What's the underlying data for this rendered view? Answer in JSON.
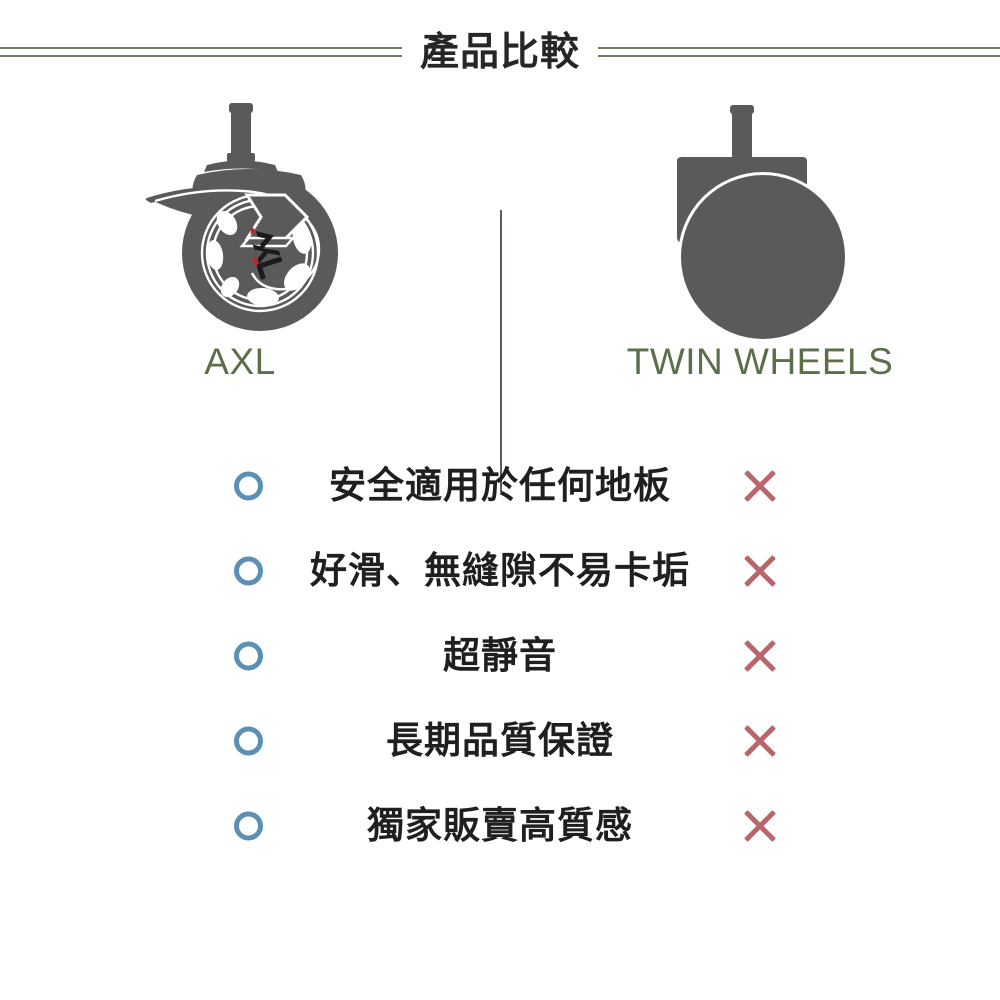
{
  "header": {
    "title": "產品比較",
    "rule_color": "#6F7B64",
    "title_color": "#262626"
  },
  "products": {
    "divider_color": "#4D5A46",
    "label_color": "#5D6E4A",
    "items": [
      {
        "name": "AXL",
        "label": "AXL",
        "art": "axl-caster-wheel-illustration",
        "art_color": "#5A5A5A",
        "logo_text": "AXL",
        "logo_accent_color": "#C0272D"
      },
      {
        "name": "TWIN WHEELS",
        "label": "TWIN WHEELS",
        "art": "twin-wheels-caster-illustration",
        "art_color": "#5A5A5A"
      }
    ]
  },
  "comparison": {
    "yes_mark": "circle",
    "no_mark": "cross",
    "yes_color": "#5C8FB4",
    "no_color": "#B8666C",
    "rows": [
      {
        "axl": "O",
        "feature": "安全適用於任何地板",
        "twin": "X"
      },
      {
        "axl": "O",
        "feature": "好滑、無縫隙不易卡垢",
        "twin": "X"
      },
      {
        "axl": "O",
        "feature": "超靜音",
        "twin": "X"
      },
      {
        "axl": "O",
        "feature": "長期品質保證",
        "twin": "X"
      },
      {
        "axl": "O",
        "feature": "獨家販賣高質感",
        "twin": "X"
      }
    ]
  }
}
